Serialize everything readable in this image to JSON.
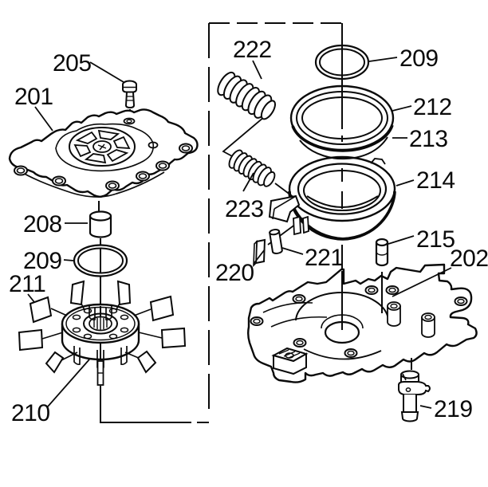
{
  "diagram": {
    "title": "oil-pump-exploded-parts-diagram",
    "type": "exploded-parts-diagram",
    "background_color": "#ffffff",
    "line_color": "#0a0a0a",
    "callouts": [
      {
        "label": "205",
        "part": "cover-bolt"
      },
      {
        "label": "201",
        "part": "pump-cover-plate"
      },
      {
        "label": "222",
        "part": "relief-valve-spring-large"
      },
      {
        "label": "209",
        "part": "o-ring-upper"
      },
      {
        "label": "212",
        "part": "ring-upper"
      },
      {
        "label": "213",
        "part": "ring-lower"
      },
      {
        "label": "214",
        "part": "drive-ring-housing"
      },
      {
        "label": "208",
        "part": "bushing-cylinder"
      },
      {
        "label": "209",
        "part": "o-ring-left"
      },
      {
        "label": "223",
        "part": "relief-valve-spring-small"
      },
      {
        "label": "215",
        "part": "dowel-pin-large"
      },
      {
        "label": "202",
        "part": "pump-body"
      },
      {
        "label": "220",
        "part": "valve-plate"
      },
      {
        "label": "221",
        "part": "dowel-pin-small"
      },
      {
        "label": "211",
        "part": "rotor-vane"
      },
      {
        "label": "210",
        "part": "vane-rotor"
      },
      {
        "label": "219",
        "part": "relief-valve-plunger"
      }
    ]
  }
}
